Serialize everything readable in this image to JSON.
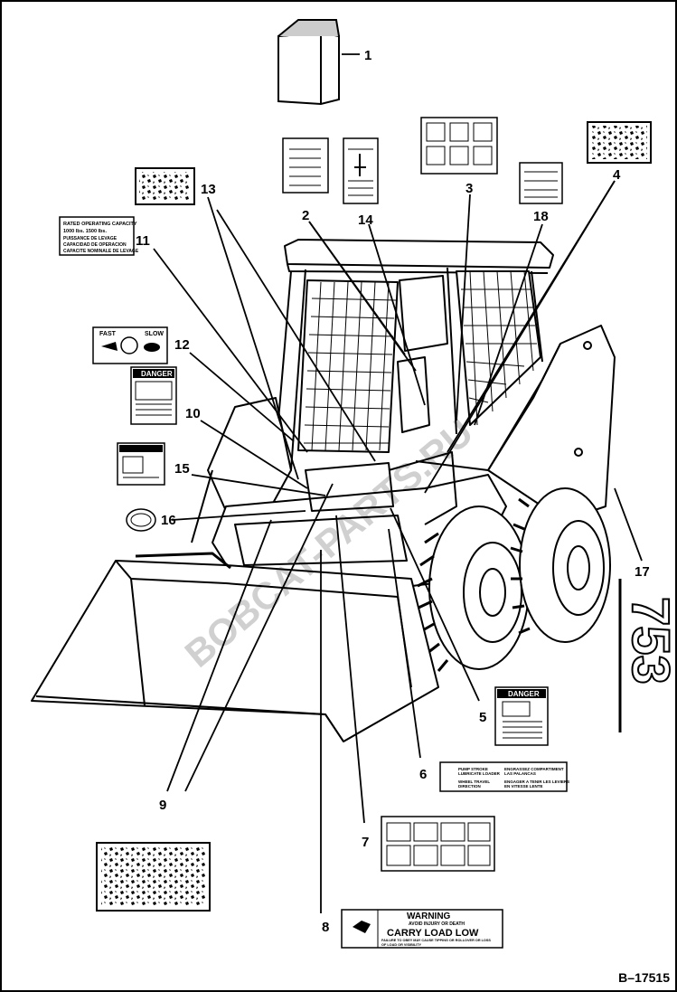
{
  "figure_id": "B–17515",
  "model_mark": "753",
  "callouts": [
    "1",
    "2",
    "3",
    "4",
    "5",
    "6",
    "7",
    "8",
    "9",
    "10",
    "11",
    "12",
    "13",
    "14",
    "15",
    "16",
    "17",
    "18"
  ],
  "decals": {
    "rated_capacity": {
      "line1": "RATED OPERATING CAPACITY",
      "line2": "1000 lbs.    1500 lbs.",
      "line3": "PUISSANCE DE LEVAGE",
      "line4": "CAPACIDAD DE OPERACION",
      "line5": "CAPACITE NOMINALE DE LEVAGE"
    },
    "speed": {
      "fast": "FAST",
      "slow": "SLOW"
    },
    "danger_12": {
      "header": "DANGER"
    },
    "danger_5": {
      "header": "DANGER"
    },
    "warning_8": {
      "header": "WARNING",
      "subheader": "AVOID INJURY OR DEATH",
      "main": "CARRY LOAD LOW",
      "small1": "FAILURE TO OBEY MAY CAUSE TIPPING OR ROLLOVER OR LOSS",
      "small2": "OF LOAD OR VISIBILITY"
    },
    "hydraulic_6": {
      "tl": "PUMP STROKE",
      "tl2": "LUBRICATE LOADER",
      "tr": "ENGRASSEZ COMPARTIMENT",
      "tr2": "LAS PALANCAS",
      "bl": "WHEEL TRAVEL",
      "bl2": "DIRECTION",
      "br": "ENGAGER A TENIR LES LEVIERS",
      "br2": "EN VITESSE LENTE"
    }
  },
  "colors": {
    "ink": "#000000",
    "paper": "#ffffff"
  }
}
